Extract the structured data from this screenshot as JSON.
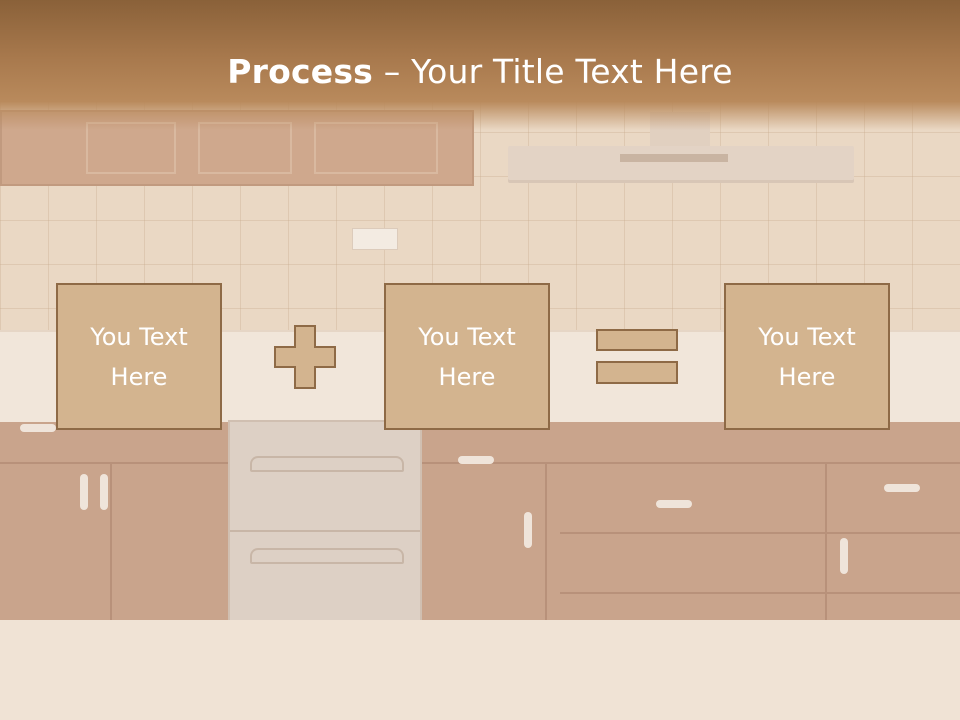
{
  "slide": {
    "title_bold": "Process",
    "title_rest": " – Your Title Text Here"
  },
  "steps": [
    {
      "text": "You Text\nHere"
    },
    {
      "text": "You Text\nHere"
    },
    {
      "text": "You Text\nHere"
    }
  ],
  "operators": {
    "first": "plus-icon",
    "second": "equals-icon"
  },
  "colors": {
    "header": "#a8794d",
    "box_fill": "#d3b48f",
    "box_border": "#8e6a46",
    "title_text": "#ffffff"
  }
}
